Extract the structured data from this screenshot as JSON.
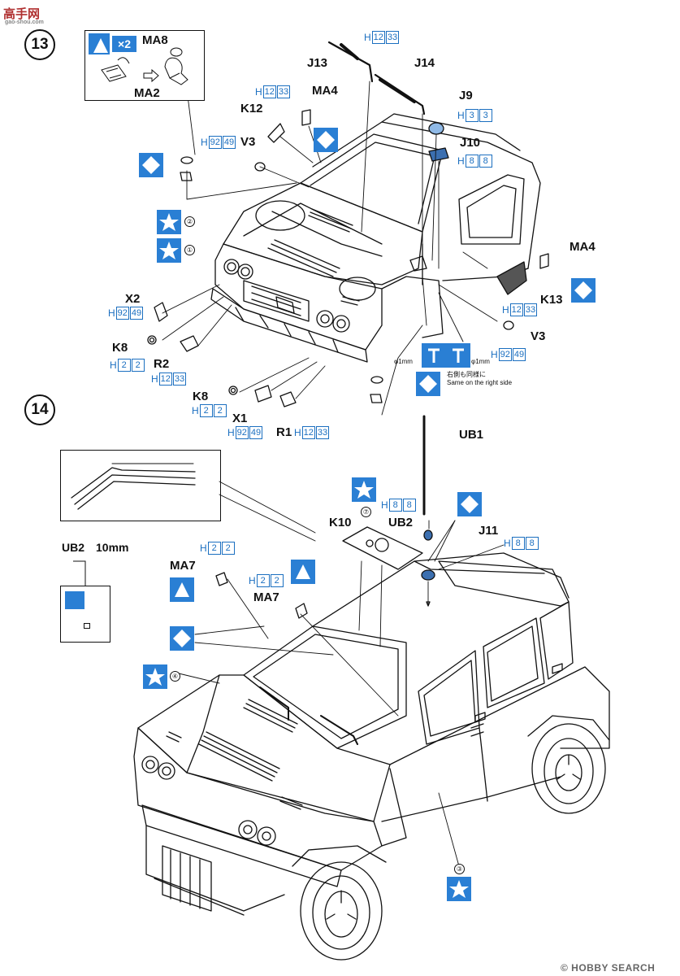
{
  "header": {
    "logo_text": "高手网",
    "logo_url": "gao-shou.com"
  },
  "steps": [
    "13",
    "14"
  ],
  "step13": {
    "inset_multiplier": "×2",
    "inset_part_top": "MA8",
    "inset_part_bottom": "MA2",
    "labels": {
      "J13": "J13",
      "J14": "J14",
      "J9": "J9",
      "J10": "J10",
      "MA4_top": "MA4",
      "K12": "K12",
      "V3_left": "V3",
      "MA4_right": "MA4",
      "K13": "K13",
      "V3_right": "V3",
      "X2": "X2",
      "K8_a": "K8",
      "R2": "R2",
      "K8_b": "K8",
      "X1": "X1",
      "R1": "R1"
    },
    "paints": {
      "wipers": [
        "H",
        "12",
        "33"
      ],
      "J9": [
        "H",
        "3",
        "3"
      ],
      "J10": [
        "H",
        "8",
        "8"
      ],
      "K12": [
        "H",
        "12",
        "33"
      ],
      "V3_left": [
        "H",
        "92",
        "49"
      ],
      "K13": [
        "H",
        "12",
        "33"
      ],
      "V3_right": [
        "H",
        "92",
        "49"
      ],
      "X2": [
        "H",
        "92",
        "49"
      ],
      "K8_a": [
        "H",
        "2",
        "2"
      ],
      "R2": [
        "H",
        "12",
        "33"
      ],
      "K8_b": [
        "H",
        "2",
        "2"
      ],
      "X1": [
        "H",
        "92",
        "49"
      ],
      "R1": [
        "H",
        "12",
        "33"
      ]
    },
    "decal_numbers": [
      "②",
      "①"
    ],
    "drill_left": "φ1mm",
    "drill_right": "φ1mm",
    "note_jp": "右側も同様に",
    "note_en": "Same on the right side"
  },
  "step14": {
    "labels": {
      "UB1": "UB1",
      "K10": "K10",
      "UB2": "UB2",
      "J11": "J11",
      "MA7_a": "MA7",
      "MA7_b": "MA7"
    },
    "paints": {
      "UB2": [
        "H",
        "8",
        "8"
      ],
      "J11": [
        "H",
        "8",
        "8"
      ],
      "MA7_a": [
        "H",
        "2",
        "2"
      ],
      "MA7_b": [
        "H",
        "2",
        "2"
      ]
    },
    "decal_numbers": [
      "⑦",
      "④",
      "③"
    ],
    "ub2_caption": "UB2",
    "ub2_length": "10mm"
  },
  "footer": {
    "watermark": "© HOBBY SEARCH"
  },
  "colors": {
    "accent_blue": "#2a7fd4",
    "paint_blue": "#1b6fc0",
    "line": "#111111"
  }
}
